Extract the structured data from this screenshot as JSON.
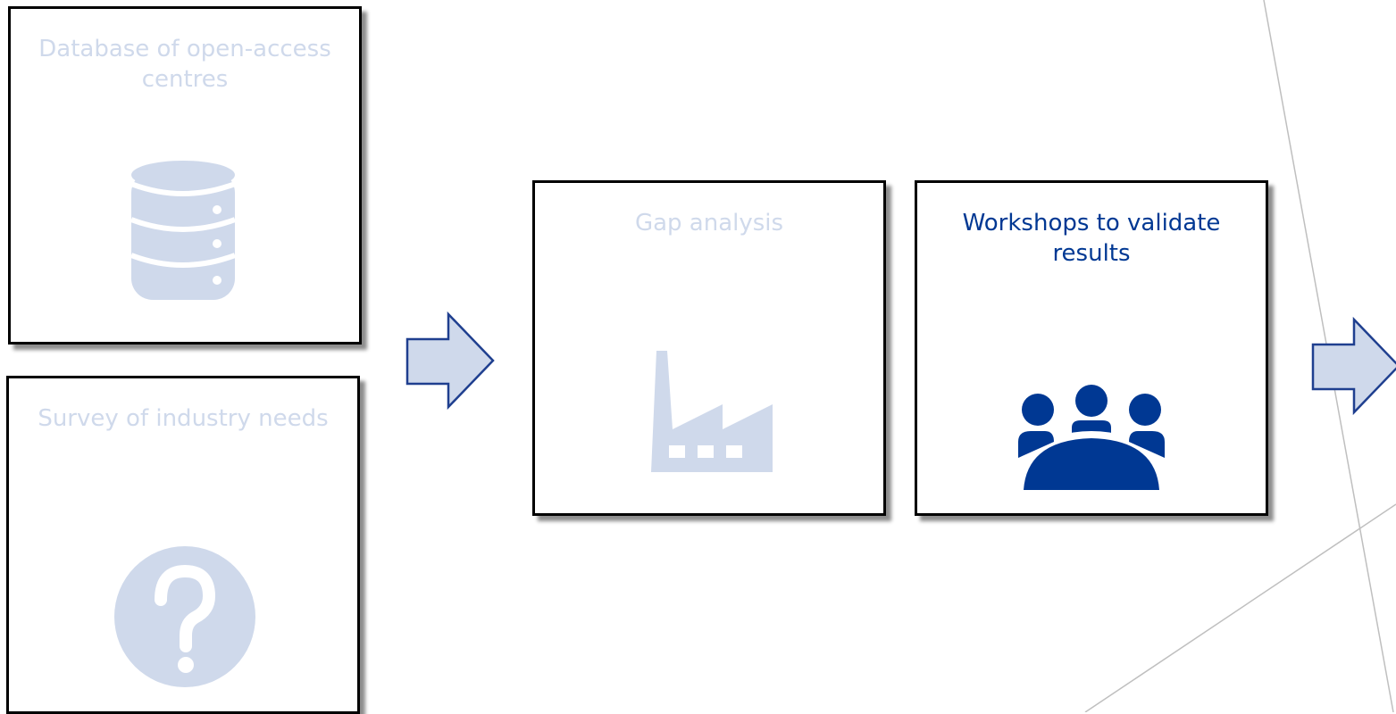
{
  "diagram": {
    "boxes": {
      "database": {
        "title": "Database of open-access centres",
        "icon": "database-icon"
      },
      "survey": {
        "title": "Survey of industry needs",
        "icon": "question-mark-icon"
      },
      "gap": {
        "title": "Gap analysis",
        "icon": "factory-icon"
      },
      "workshops": {
        "title": "Workshops to validate results",
        "icon": "meeting-people-icon"
      }
    },
    "colors": {
      "faded": "#cfd9eb",
      "active": "#003893",
      "arrow_fill": "#cfd9eb",
      "arrow_stroke": "#1f3f8f"
    }
  }
}
